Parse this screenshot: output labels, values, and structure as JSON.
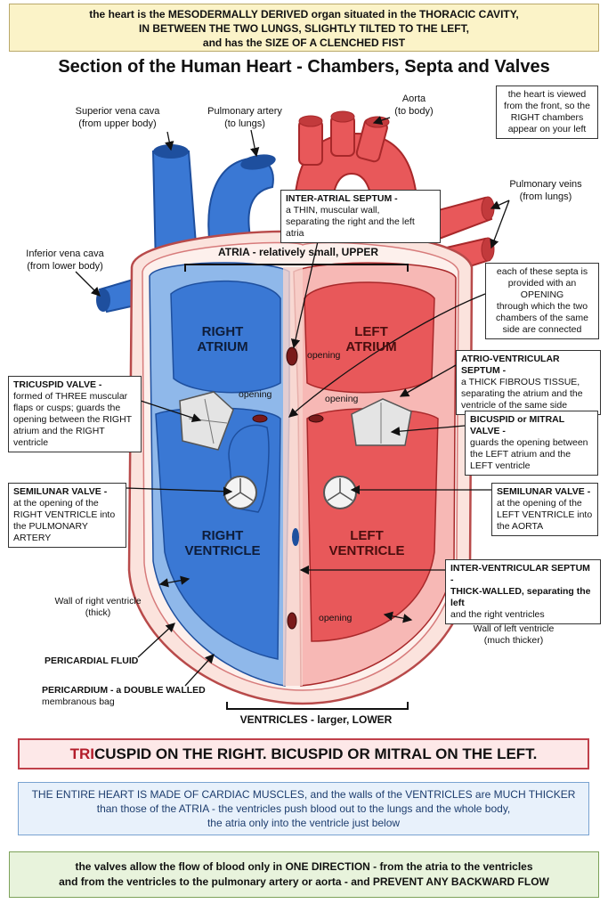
{
  "top_box": {
    "line1": "the heart is the MESODERMALLY DERIVED organ situated in the THORACIC CAVITY,",
    "line2": "IN BETWEEN THE TWO LUNGS, SLIGHTLY TILTED TO THE LEFT,",
    "line3": "and has the SIZE OF A CLENCHED FIST"
  },
  "title": "Section of the Human Heart - Chambers, Septa and Valves",
  "vessels": {
    "svc": [
      "Superior vena cava",
      "(from upper body)"
    ],
    "pa": [
      "Pulmonary artery",
      "(to lungs)"
    ],
    "aorta": [
      "Aorta",
      "(to body)"
    ],
    "pv": [
      "Pulmonary veins",
      "(from lungs)"
    ],
    "ivc": [
      "Inferior vena cava",
      "(from lower body)"
    ]
  },
  "view_note": [
    "the heart is viewed",
    "from the front, so the",
    "RIGHT chambers",
    "appear on your left"
  ],
  "interatrial": {
    "title": "INTER-ATRIAL SEPTUM -",
    "l2": "a THIN, muscular wall,",
    "l3": "separating the right and the left atria"
  },
  "atria_label": "ATRIA - relatively small, UPPER",
  "septa_note": [
    "each of these septa is",
    "provided with an OPENING",
    "through which the two",
    "chambers of the same",
    "side are connected"
  ],
  "chambers": {
    "ra": [
      "RIGHT",
      "ATRIUM"
    ],
    "la": [
      "LEFT",
      "ATRIUM"
    ],
    "rv": [
      "RIGHT",
      "VENTRICLE"
    ],
    "lv": [
      "LEFT",
      "VENTRICLE"
    ]
  },
  "openings": [
    "opening",
    "opening",
    "opening",
    "opening"
  ],
  "tricuspid": {
    "title": "TRICUSPID VALVE -",
    "l2": "formed of THREE muscular",
    "l3": "flaps or cusps; guards the",
    "l4": "opening between the RIGHT",
    "l5": "atrium and the RIGHT ventricle"
  },
  "av_septum": {
    "title": "ATRIO-VENTRICULAR SEPTUM -",
    "l2": "a THICK FIBROUS TISSUE,",
    "l3": "separating the atrium and the",
    "l4": "ventricle of the same side"
  },
  "bicuspid": {
    "title": "BICUSPID or MITRAL VALVE -",
    "l2": "guards the opening between",
    "l3": "the LEFT atrium and the",
    "l4": "LEFT ventricle"
  },
  "semilunar_right": {
    "title": "SEMILUNAR VALVE -",
    "l2": "at the opening of the",
    "l3": "RIGHT VENTRICLE into",
    "l4": "the PULMONARY ARTERY"
  },
  "semilunar_left": {
    "title": "SEMILUNAR VALVE -",
    "l2": "at the opening of the",
    "l3": "LEFT VENTRICLE into",
    "l4": "the AORTA"
  },
  "iv_septum": {
    "title": "INTER-VENTRICULAR SEPTUM -",
    "l2": "THICK-WALLED, separating the left",
    "l3": "and the right ventricles"
  },
  "wall_rv": [
    "Wall of right ventricle",
    "(thick)"
  ],
  "wall_lv": [
    "Wall of left ventricle",
    "(much thicker)"
  ],
  "pericardial_fluid": "PERICARDIAL FLUID",
  "pericardium": [
    "PERICARDIUM - a DOUBLE WALLED",
    "membranous bag"
  ],
  "ventricles_label": "VENTRICLES - larger, LOWER",
  "pink_bar": {
    "tri": "TRI",
    "rest": "CUSPID  ON THE RIGHT.  BICUSPID OR MITRAL ON THE LEFT."
  },
  "blue_box": {
    "l1": "THE ENTIRE HEART IS MADE OF CARDIAC MUSCLES, and the walls of the VENTRICLES are MUCH THICKER",
    "l2": "than those of the ATRIA - the ventricles push blood out to the lungs and the whole body,",
    "l3": "the atria only into the ventricle just below"
  },
  "green_box": {
    "l1": "the valves allow the flow of blood only in ONE DIRECTION - from the atria to the ventricles",
    "l2": "and from the ventricles to the pulmonary artery or aorta - and PREVENT ANY BACKWARD FLOW"
  },
  "colors": {
    "right_side": "#3a78d4",
    "left_side": "#e8585a",
    "pericardium": "#fbe3dd"
  }
}
